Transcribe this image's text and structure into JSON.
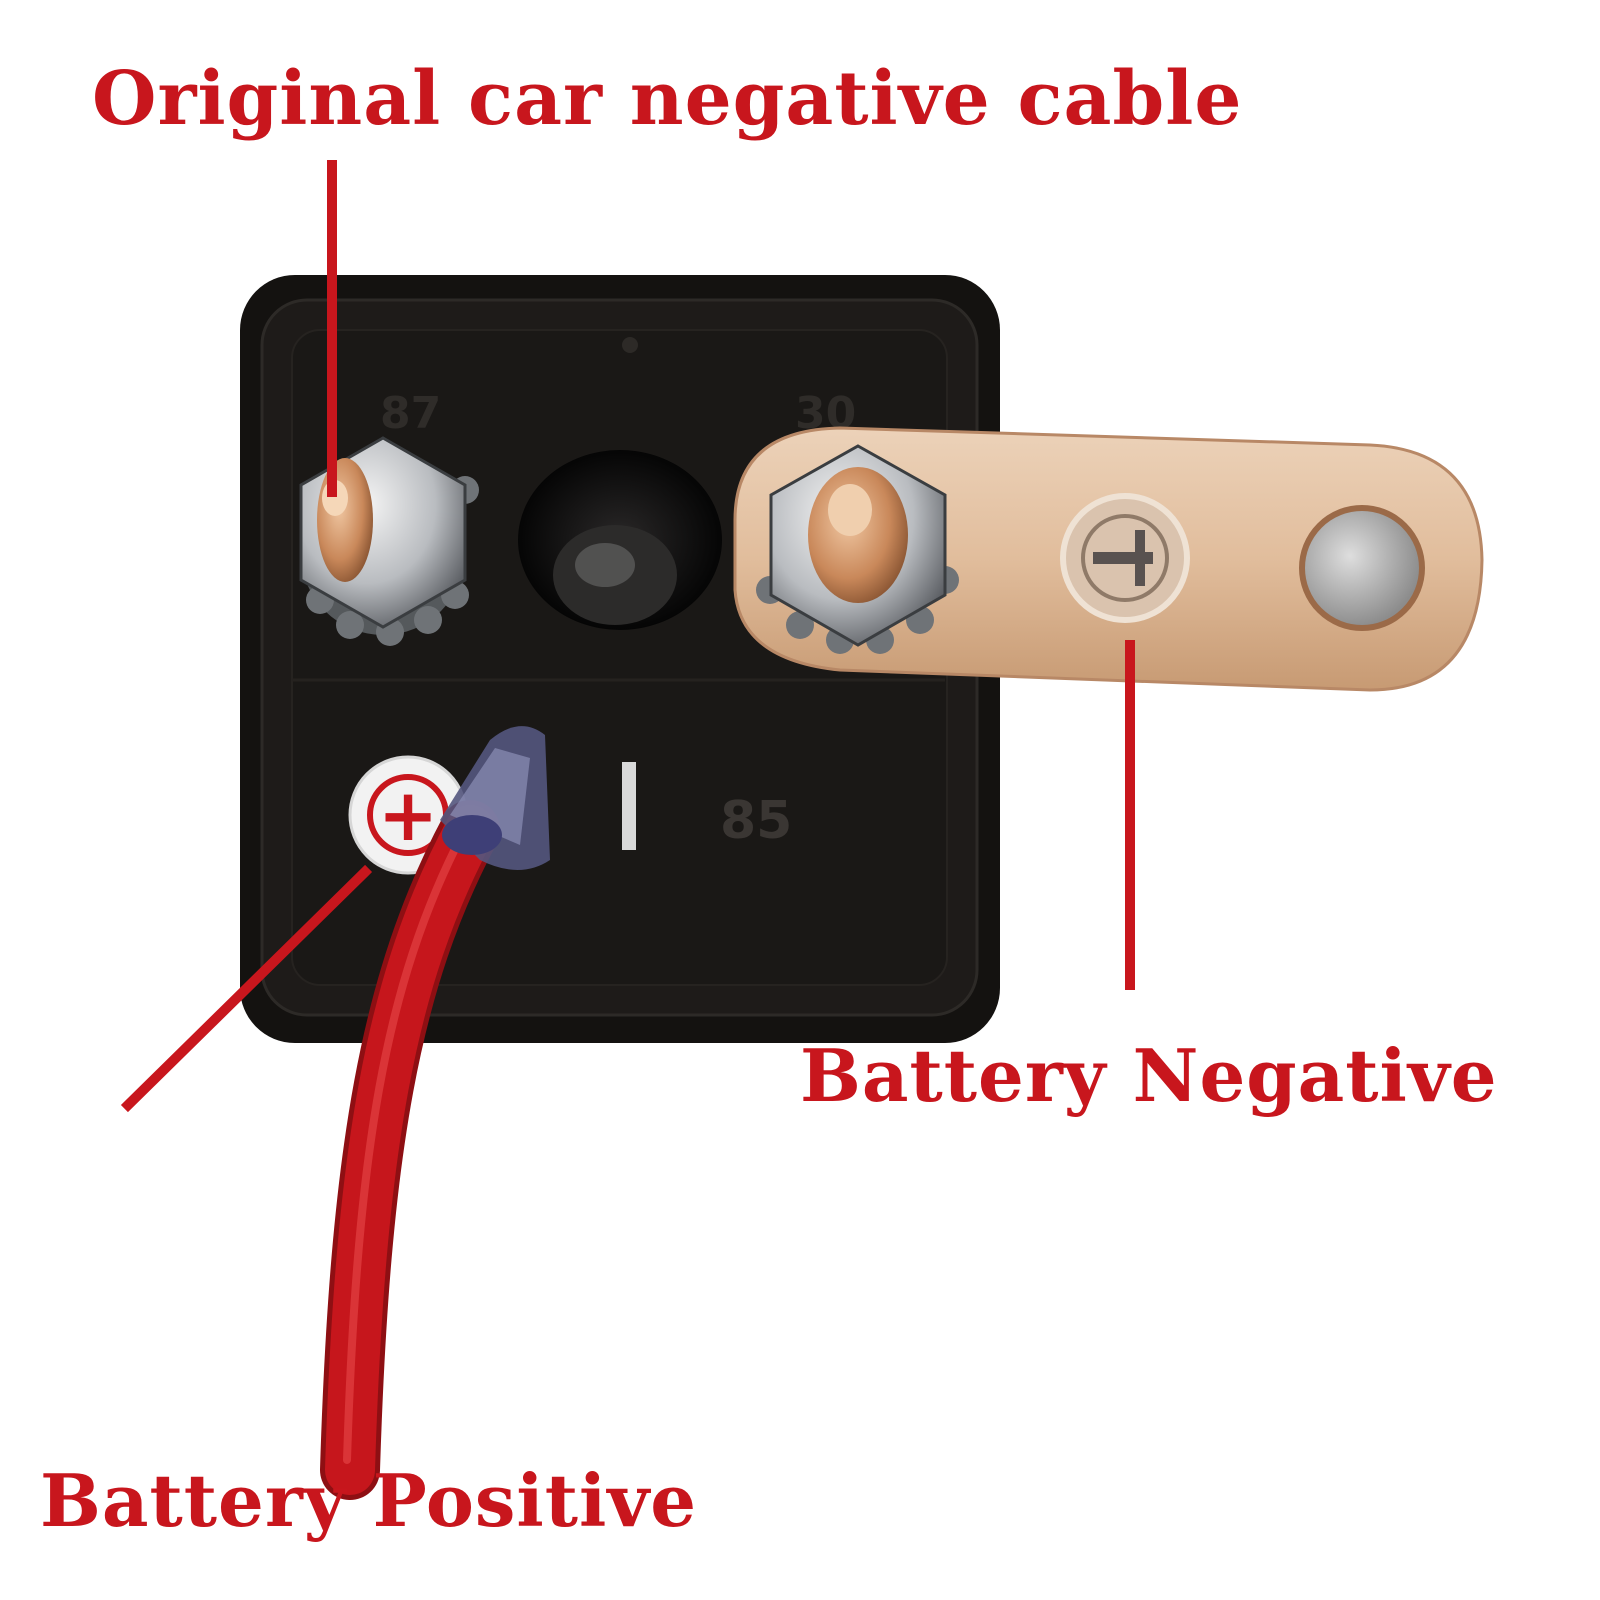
{
  "colors": {
    "label_red": "#c8161d",
    "housing": "#141210",
    "copper": "#c9885a",
    "busbar": "#e3c3a4",
    "wire": "#c6161c"
  },
  "labels": {
    "top": "Original car negative cable",
    "negative": "Battery Negative",
    "positive": "Battery Positive"
  },
  "housing_marks": {
    "terminal_87": "87",
    "terminal_30": "30",
    "terminal_85": "85",
    "plus_symbol": "+"
  }
}
